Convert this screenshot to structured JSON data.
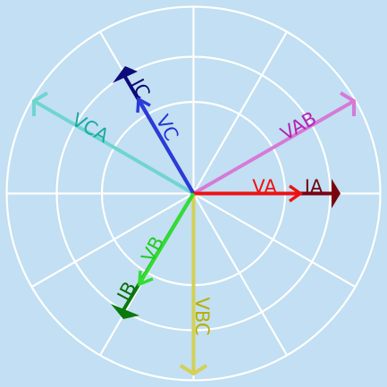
{
  "diagram": {
    "background": "#c2dff3",
    "grid_color": "#ffffff",
    "phasors": [
      {
        "id": "va",
        "label": "VA",
        "color": "#ee1111",
        "label_color": "#ee1111"
      },
      {
        "id": "ia",
        "label": "IA",
        "color": "#7a0010",
        "label_color": "#6e0610"
      },
      {
        "id": "vb",
        "label": "VB",
        "color": "#33dd33",
        "label_color": "#22cc22"
      },
      {
        "id": "ib",
        "label": "IB",
        "color": "#0a7a0a",
        "label_color": "#0a6e0a"
      },
      {
        "id": "vc",
        "label": "VC",
        "color": "#2b3bdb",
        "label_color": "#2233d8"
      },
      {
        "id": "ic",
        "label": "IC",
        "color": "#0c0c7a",
        "label_color": "#0a0a70"
      },
      {
        "id": "vab",
        "label": "VAB",
        "color": "#d67ad6",
        "label_color": "#b522b5"
      },
      {
        "id": "vbc",
        "label": "VBC",
        "color": "#d4d055",
        "label_color": "#b8b000"
      },
      {
        "id": "vca",
        "label": "VCA",
        "color": "#6fd5d0",
        "label_color": "#1aa8a0"
      }
    ]
  }
}
